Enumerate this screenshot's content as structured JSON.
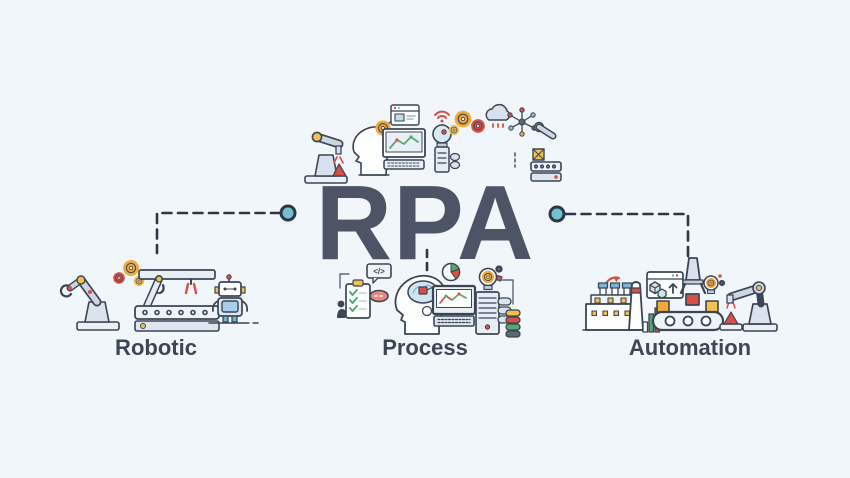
{
  "title": {
    "text": "RPA"
  },
  "colors": {
    "background": "#f1f6fa",
    "title": "#4c5466",
    "label": "#3d4655",
    "outline": "#3b4554",
    "connector_line": "#2c3644",
    "connector_dot": "#74c0cf",
    "red": "#d94f43",
    "orange": "#f2a93b",
    "yellow": "#f2c14e",
    "green": "#57a773",
    "teal": "#7fc4d1",
    "light_fill": "#e8eef5"
  },
  "glyphs": {
    "code": "</>"
  },
  "top_cluster": {
    "icons": [
      "robotic-arm-laser",
      "head-with-gear",
      "mini-browser",
      "monitor-line-chart",
      "bulb-robot-wifi",
      "gears",
      "cloud",
      "network-nodes",
      "conveyor-crate-arm"
    ]
  },
  "groups": [
    {
      "id": "robotic",
      "label": "Robotic",
      "icons": [
        "robotic-arm-claw",
        "gears",
        "gantry-conveyor",
        "cute-robot"
      ]
    },
    {
      "id": "process",
      "label": "Process",
      "icons": [
        "person-checklist",
        "code-bubble",
        "flow-node",
        "head-brain-chip",
        "pie-chart",
        "monitor-line-chart",
        "gear-bulb",
        "server-rack",
        "database-cylinders"
      ]
    },
    {
      "id": "automation",
      "label": "Automation",
      "icons": [
        "refresh-arrows",
        "factory",
        "bar-chart",
        "browser-cubes",
        "pick-and-place-gripper",
        "gear-bulb",
        "conveyor-belt",
        "robotic-arm-laser"
      ]
    }
  ]
}
